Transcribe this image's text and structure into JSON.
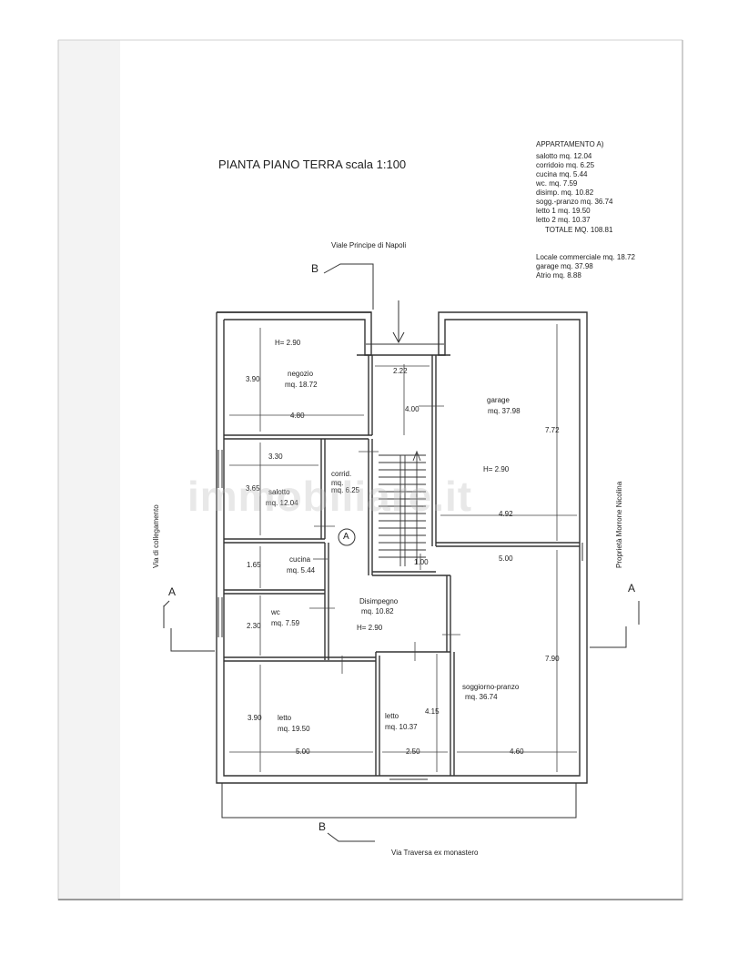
{
  "title": "PIANTA PIANO TERRA scala 1:100",
  "legend": {
    "heading": "APPARTAMENTO A)",
    "lines": [
      "salotto mq. 12.04",
      "corridoio mq. 6.25",
      "cucina mq. 5.44",
      "wc.  mq. 7.59",
      "disimp. mq. 10.82",
      "sogg.-pranzo mq. 36.74",
      "letto 1 mq. 19.50",
      "letto 2 mq. 10.37"
    ],
    "total": "TOTALE MQ.  108.81",
    "extra": [
      "Locale commerciale mq. 18.72",
      "garage mq. 37.98",
      "Atrio mq. 8.88"
    ]
  },
  "streets": {
    "top": "Viale Principe di Napoli",
    "bottom": "Via Traversa ex monastero",
    "left": "Via di collegamento",
    "right": "Proprietà Morrone Nicolina"
  },
  "sections": {
    "b_top": "B",
    "b_bottom": "B",
    "a_left": "A",
    "a_right": "A",
    "circle": "A"
  },
  "rooms": {
    "negozio": {
      "height": "H= 2.90",
      "name": "negozio",
      "area": "mq. 18.72",
      "dim_v": "3.90",
      "dim_h": "4.80"
    },
    "garage": {
      "name": "garage",
      "area": "mq. 37.98",
      "height": "H= 2.90",
      "dim_v": "7.72",
      "dim_h": "4.92",
      "dim_top": "2.22",
      "dim_mid": "4.00"
    },
    "salotto": {
      "name": "salotto",
      "area": "mq. 12.04",
      "dim_h": "3.30",
      "dim_v": "3.65"
    },
    "corridoio": {
      "name": "corrid.",
      "area_a": "mq.",
      "area_b": "mq. 6.25"
    },
    "cucina": {
      "name": "cucina",
      "area": "mq. 5.44",
      "dim_v": "1.65"
    },
    "wc": {
      "name": "wc",
      "area": "mq. 7.59",
      "dim_v": "2.30"
    },
    "disimpegno": {
      "name": "Disimpegno",
      "area": "mq. 10.82",
      "height": "H= 2.90",
      "dim_step": "1.00"
    },
    "soggiorno": {
      "name": "soggiorno-pranzo",
      "area": "mq. 36.74",
      "dim_top": "5.00",
      "dim_v": "7.90",
      "dim_h": "4.60"
    },
    "letto1": {
      "name": "letto",
      "area": "mq. 19.50",
      "dim_v": "3.90",
      "dim_h": "5.00"
    },
    "letto2": {
      "name": "letto",
      "area": "mq. 10.37",
      "dim_v": "4.15",
      "dim_h": "2.50"
    }
  },
  "watermark": "immobiliare.it"
}
